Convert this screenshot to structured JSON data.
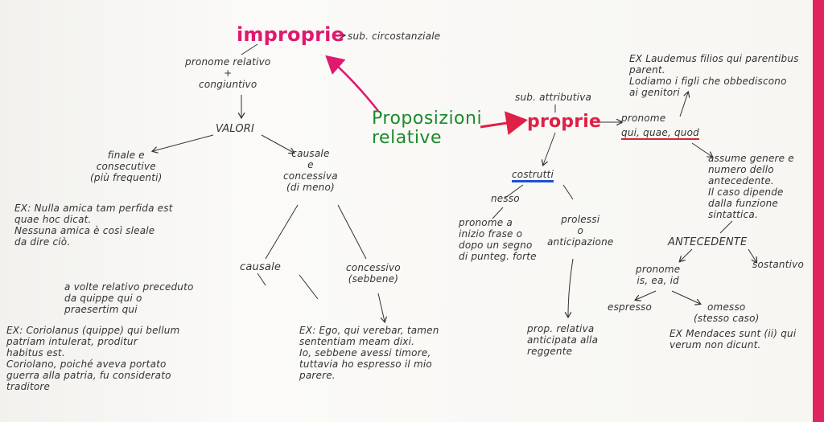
{
  "diagram": {
    "center_title": "Proposizioni\nrelative",
    "improprie": {
      "label": "improprie",
      "sub": "sub. circostanziale",
      "pronome": "pronome relativo\n+\ncongiuntivo",
      "valori": "VALORI",
      "finale": "finale e\nconsecutive\n(più frequenti)",
      "finale_ex": "EX: Nulla amica tam perfida est\nquae hoc dicat.\nNessuna amica è così sleale\nda dire ciò.",
      "causale_conc": "causale\ne\nconcessiva\n(di meno)",
      "causale": "causale",
      "causale_note": "a volte relativo preceduto\nda quippe qui o\npraesertim qui",
      "causale_ex": "EX: Coriolanus (quippe) qui bellum\npatriam intulerat, proditur\nhabitus est.\nCoriolano, poiché aveva portato\nguerra alla patria, fu considerato\ntraditore",
      "concessivo": "concessivo\n(sebbene)",
      "concessivo_ex": "EX: Ego, qui verebar, tamen\nsententiam meam dixi.\nIo, sebbene avessi timore,\ntuttavia ho espresso il mio\nparere."
    },
    "proprie": {
      "label": "proprie",
      "sub": "sub. attributiva",
      "pronome": "pronome",
      "pronome_forms": "qui, quae, quod",
      "pronome_ex": "EX Laudemus filios qui parentibus\nparent.\nLodiamo i figli che obbediscono\nai genitori",
      "accordo": "assume genere e\nnumero dello\nantecedente.\nIl caso dipende\ndalla funzione\nsintattica.",
      "costrutti": "costrutti",
      "nesso": "nesso",
      "nesso_note": "pronome a\ninizio frase o\ndopo un segno\ndi punteg. forte",
      "prolessi": "prolessi\no\nanticipazione",
      "prolessi_note": "prop. relativa\nanticipata alla\nreggente",
      "antecedente": "ANTECEDENTE",
      "sostantivo": "sostantivo",
      "pronome_is": "pronome\nis, ea, id",
      "espresso": "espresso",
      "omesso": "omesso\n(stesso caso)",
      "omesso_ex": "EX Mendaces sunt (ii) qui\nverum non dicunt."
    }
  },
  "colors": {
    "green_title": "#1b8a2b",
    "red": "#e01f47",
    "magenta": "#e0186e",
    "blue_underline": "#1f4fd6",
    "ink": "#333333"
  }
}
